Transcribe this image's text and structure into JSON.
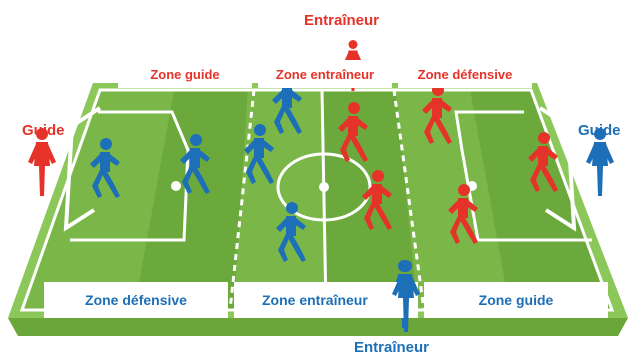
{
  "colors": {
    "red_team": "#e5332a",
    "blue_team": "#1d6fb8",
    "grass_light": "#7ab648",
    "grass_dark": "#5d9b2f",
    "lines": "#ffffff"
  },
  "labels": {
    "coach_top": "Entraîneur",
    "coach_bottom": "Entraîneur",
    "guide_left": "Guide",
    "guide_right": "Guide"
  },
  "top_zones": [
    "Zone guide",
    "Zone entraîneur",
    "Zone défensive"
  ],
  "bottom_zones": [
    "Zone défensive",
    "Zone entraîneur",
    "Zone guide"
  ],
  "icons": {
    "player": "person-running-icon",
    "official": "person-standing-icon",
    "ball": "ball-icon",
    "goal": "goal-icon"
  }
}
